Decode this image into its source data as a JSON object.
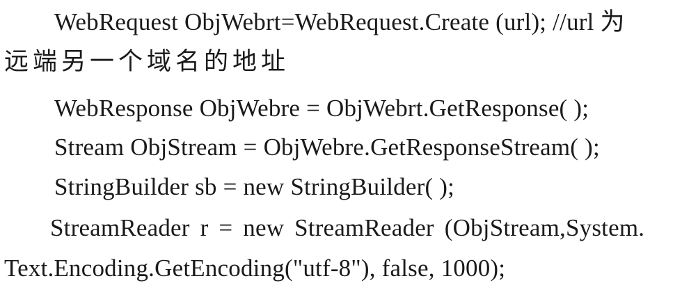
{
  "document": {
    "lines": [
      "WebRequest ObjWebrt=WebRequest.Create (url); //url 为",
      "远端另一个域名的地址",
      "WebResponse ObjWebre = ObjWebrt.GetResponse( );",
      "Stream ObjStream = ObjWebre.GetResponseStream( );",
      "StringBuilder sb = new StringBuilder( );",
      "StreamReader  r  =  new  StreamReader (ObjStream,System.",
      "Text.Encoding.GetEncoding(\"utf-8\"), false, 1000);"
    ]
  }
}
